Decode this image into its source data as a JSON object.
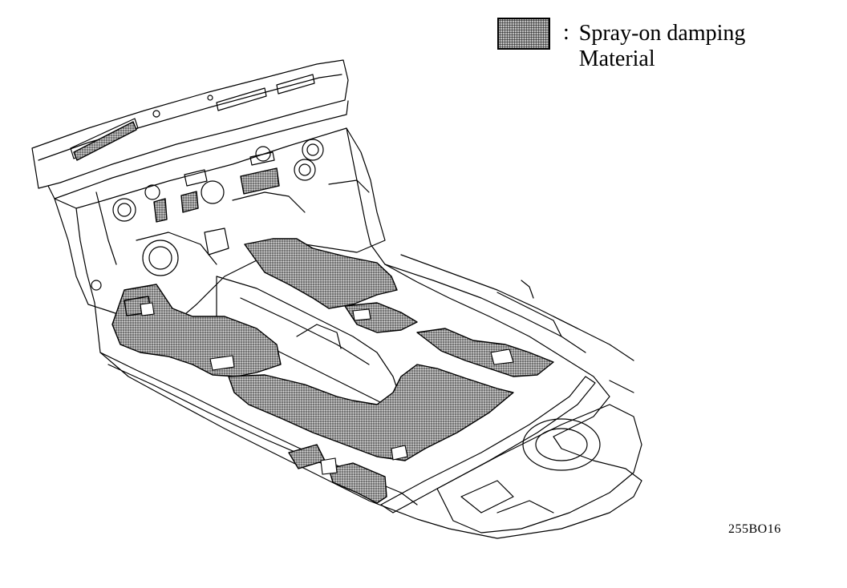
{
  "legend": {
    "separator": ":",
    "label_line1": "Spray-on damping",
    "label_line2": "Material",
    "swatch_fill": "#9a9a9a"
  },
  "figure_code": "255BO16",
  "colors": {
    "line": "#000000",
    "background": "#ffffff",
    "damping_fill": "#9a9a9a"
  }
}
